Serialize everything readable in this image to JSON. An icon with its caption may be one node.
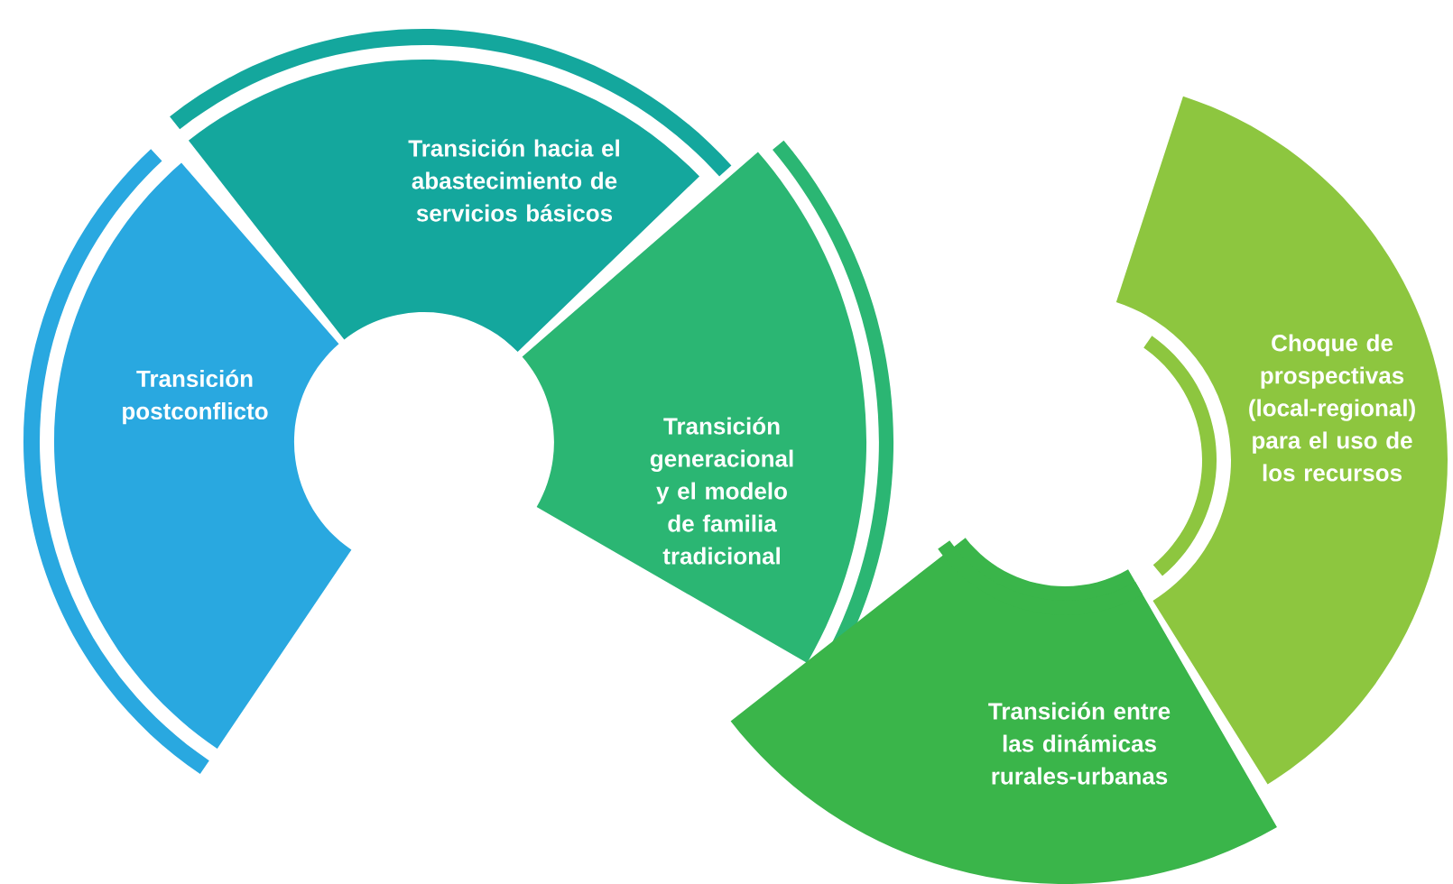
{
  "diagram": {
    "nodes": [
      {
        "text": [
          "Transición postconflicto"
        ]
      },
      {
        "text": [
          "Transición hacia el abastecimiento de servicios básicos"
        ]
      },
      {
        "text": [
          "Transición generacional y el modelo de familia tradicional"
        ]
      },
      {
        "text": [
          "Transición entre las dinámicas rurales-urbanas"
        ]
      },
      {
        "text": [
          "Choque de prospectivas (local-regional) para el uso de los recursos"
        ]
      }
    ]
  }
}
